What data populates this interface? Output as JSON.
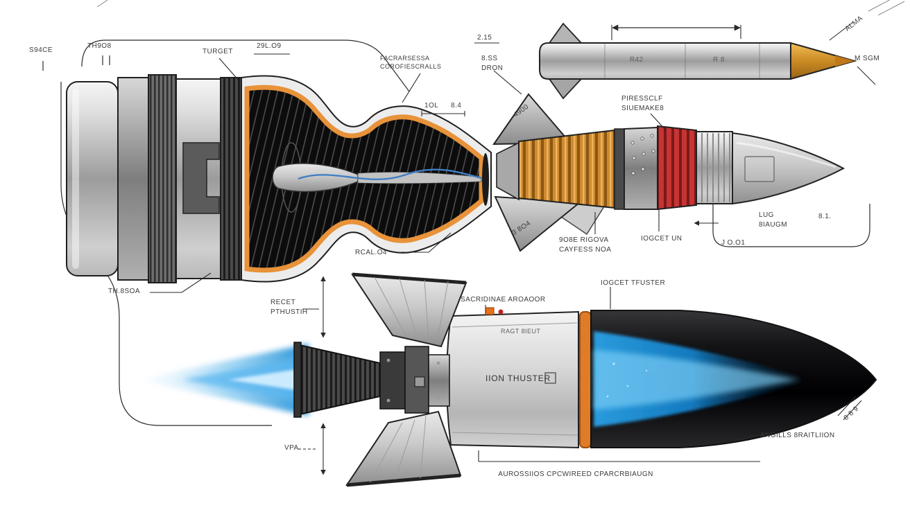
{
  "colors": {
    "lining_orange": "#E8923A",
    "ring_orange": "#E07B28",
    "copper": "#CF8A30",
    "band_red": "#C63434",
    "plume_blue": "#2BA3E8",
    "gold_nose": "#D99A2E",
    "line_ink": "#2A2A2A"
  },
  "engine": {
    "labels": {
      "s94ce": "S94CE",
      "th9o8": "TH9O8",
      "turget": "TURGET",
      "dim_29l09": "29L.O9",
      "compressor_l1": "FACRARSESSA",
      "compressor_l2": "COROFIESCRALLS",
      "dim_1ol": "1OL",
      "dim_84": "8.4",
      "rcal": "RCAL.O4",
      "th8soa": "TH.8SOA"
    }
  },
  "missile": {
    "labels": {
      "dim_215": "2.15",
      "dron_l1": "8.SS",
      "dron_l2": "DRON",
      "alma": "ALMA",
      "msgm": "M SGM",
      "r42": "R42",
      "r8": "R 8"
    }
  },
  "rocket": {
    "labels": {
      "pressure_l1": "PIRESSCLF",
      "pressure_l2": "SIUEMAKE8",
      "dim_4900": "4900",
      "dim_3804": "3 8O4",
      "nose_l1": "9O8E RIGOVA",
      "nose_l2": "CAYFESS NOA",
      "iogcet_un": "IOGCET UN",
      "lug_l1": "LUG",
      "lug_l2": "8IAUGM",
      "j_o01": "J O.O1",
      "dim_81": "8.1."
    }
  },
  "thruster": {
    "labels": {
      "recet_l1": "RECET",
      "recet_l2": "PTHUSTIH",
      "sacridinae": "SACRIDINAE AROAOOR",
      "iogcet_tfuster": "IOGCET TFUSTER",
      "ragt": "RAGT 8IEUT",
      "ion": "IION THUSTER",
      "vpa": "VPA",
      "angills": "ANGILLS 8RAITLIION",
      "dim_889": "8 8 9",
      "aurossios": "AUROSSIIOS CPCWIREED CPARCRBIAUGN"
    }
  }
}
